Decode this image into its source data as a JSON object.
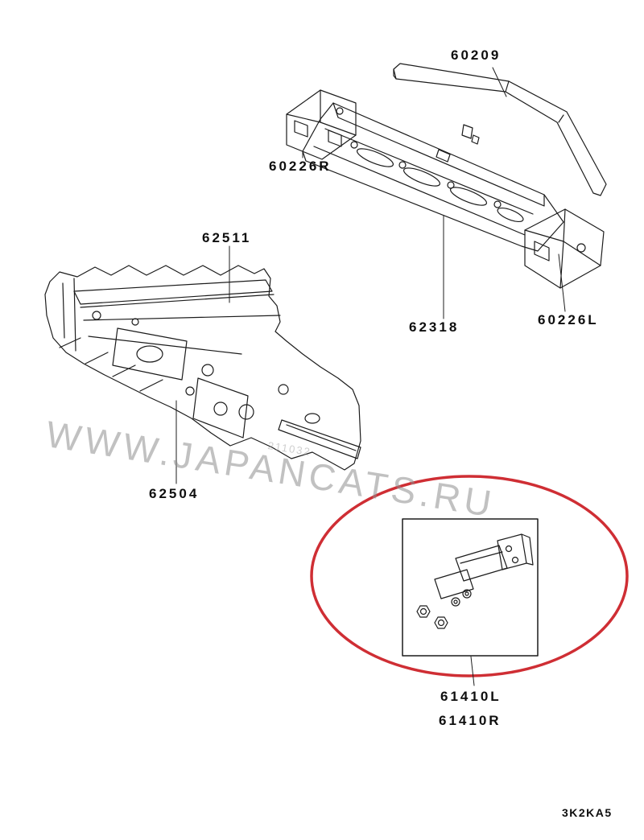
{
  "diagram": {
    "callouts": {
      "c60209": "60209",
      "c60226R": "60226R",
      "c62511": "62511",
      "c62318": "62318",
      "c60226L": "60226L",
      "c62504": "62504",
      "c61410L": "61410L",
      "c61410R": "61410R"
    },
    "line_color": "#1c1c1c",
    "highlight_color": "#cf2e34"
  },
  "watermark": {
    "main": "WWW.JAPANCATS.RU",
    "small": "211032"
  },
  "footer": {
    "page_code": "3K2KA5"
  }
}
